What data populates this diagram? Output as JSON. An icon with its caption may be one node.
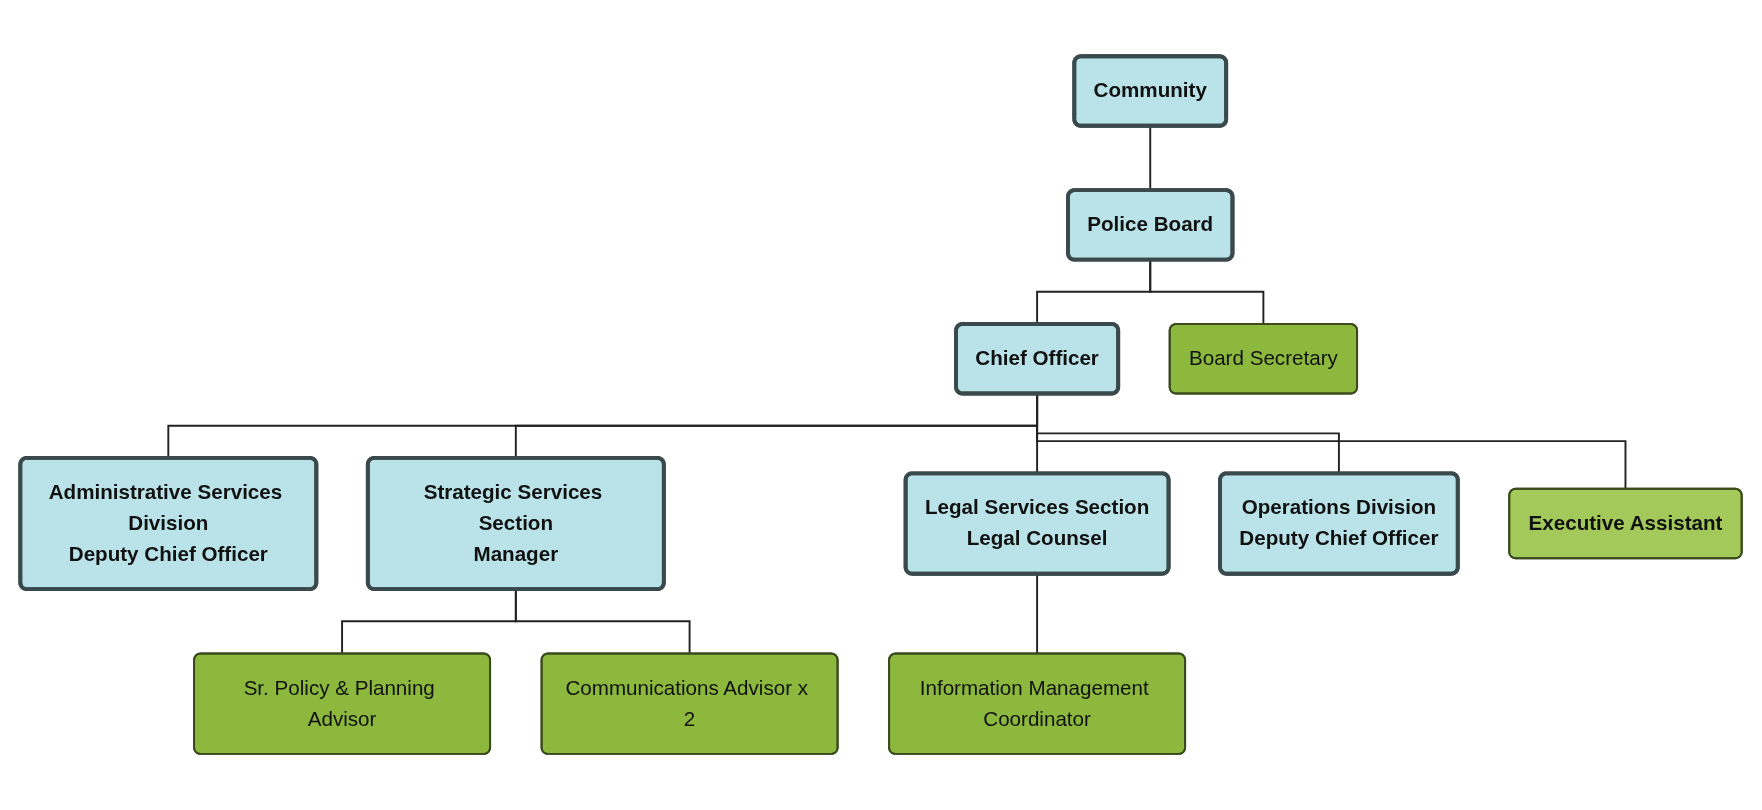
{
  "diagram": {
    "nodes": [
      {
        "text": [
          "Community"
        ]
      },
      {
        "text": [
          "Police Board"
        ]
      },
      {
        "text": [
          "Board Secretary"
        ]
      },
      {
        "text": [
          "Chief Officer"
        ]
      },
      {
        "text": [
          "Executive Assistant"
        ]
      },
      {
        "text": [
          "Administrative Services Division",
          "Deputy Chief Officer"
        ]
      },
      {
        "text": [
          "Strategic Services Section",
          "Manager"
        ]
      },
      {
        "text": [
          "Legal Services Section",
          "Legal Counsel"
        ]
      },
      {
        "text": [
          "Operations Division",
          "Deputy Chief Officer"
        ]
      },
      {
        "text": [
          "Sr. Policy & Planning Advisor"
        ]
      },
      {
        "text": [
          "Communications Advisor x 2"
        ]
      },
      {
        "text": [
          "Information Management Coordinator"
        ]
      }
    ],
    "edges": [
      {
        "from": 0,
        "to": 1,
        "arrow": "none"
      },
      {
        "from": 1,
        "to": 2,
        "arrow": "none"
      },
      {
        "from": 1,
        "to": 3,
        "arrow": "none"
      },
      {
        "from": 3,
        "to": 4,
        "arrow": "none"
      },
      {
        "from": 3,
        "to": 5,
        "arrow": "none"
      },
      {
        "from": 3,
        "to": 6,
        "arrow": "none"
      },
      {
        "from": 3,
        "to": 7,
        "arrow": "none"
      },
      {
        "from": 3,
        "to": 8,
        "arrow": "none"
      },
      {
        "from": 6,
        "to": 9,
        "arrow": "none"
      },
      {
        "from": 6,
        "to": 10,
        "arrow": "none"
      },
      {
        "from": 7,
        "to": 11,
        "arrow": "none"
      }
    ]
  }
}
